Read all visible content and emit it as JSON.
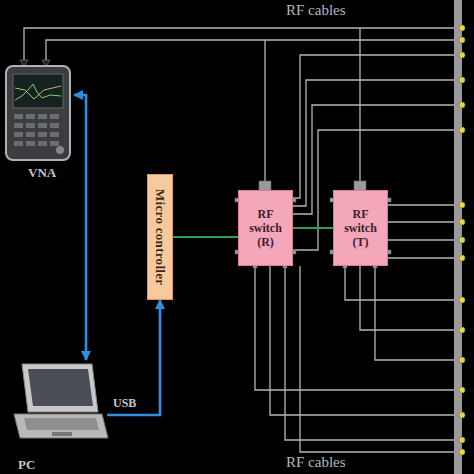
{
  "diagram": {
    "nodes": [
      {
        "text": [
          "VNA"
        ]
      },
      {
        "text": [
          "Micro controller"
        ]
      },
      {
        "text": [
          "RF switch (R)"
        ]
      },
      {
        "text": [
          "RF switch (T)"
        ]
      },
      {
        "text": [
          "PC"
        ]
      }
    ],
    "edges": [
      {
        "from": 0,
        "to": 4,
        "arrow": "both"
      },
      {
        "from": 1,
        "to": 2,
        "arrow": "none"
      },
      {
        "from": 2,
        "to": 3,
        "arrow": "none"
      },
      {
        "from": 4,
        "to": 1,
        "label": "USB",
        "arrow": "to"
      }
    ],
    "labels": [
      "RF cables",
      "RF cables"
    ]
  }
}
